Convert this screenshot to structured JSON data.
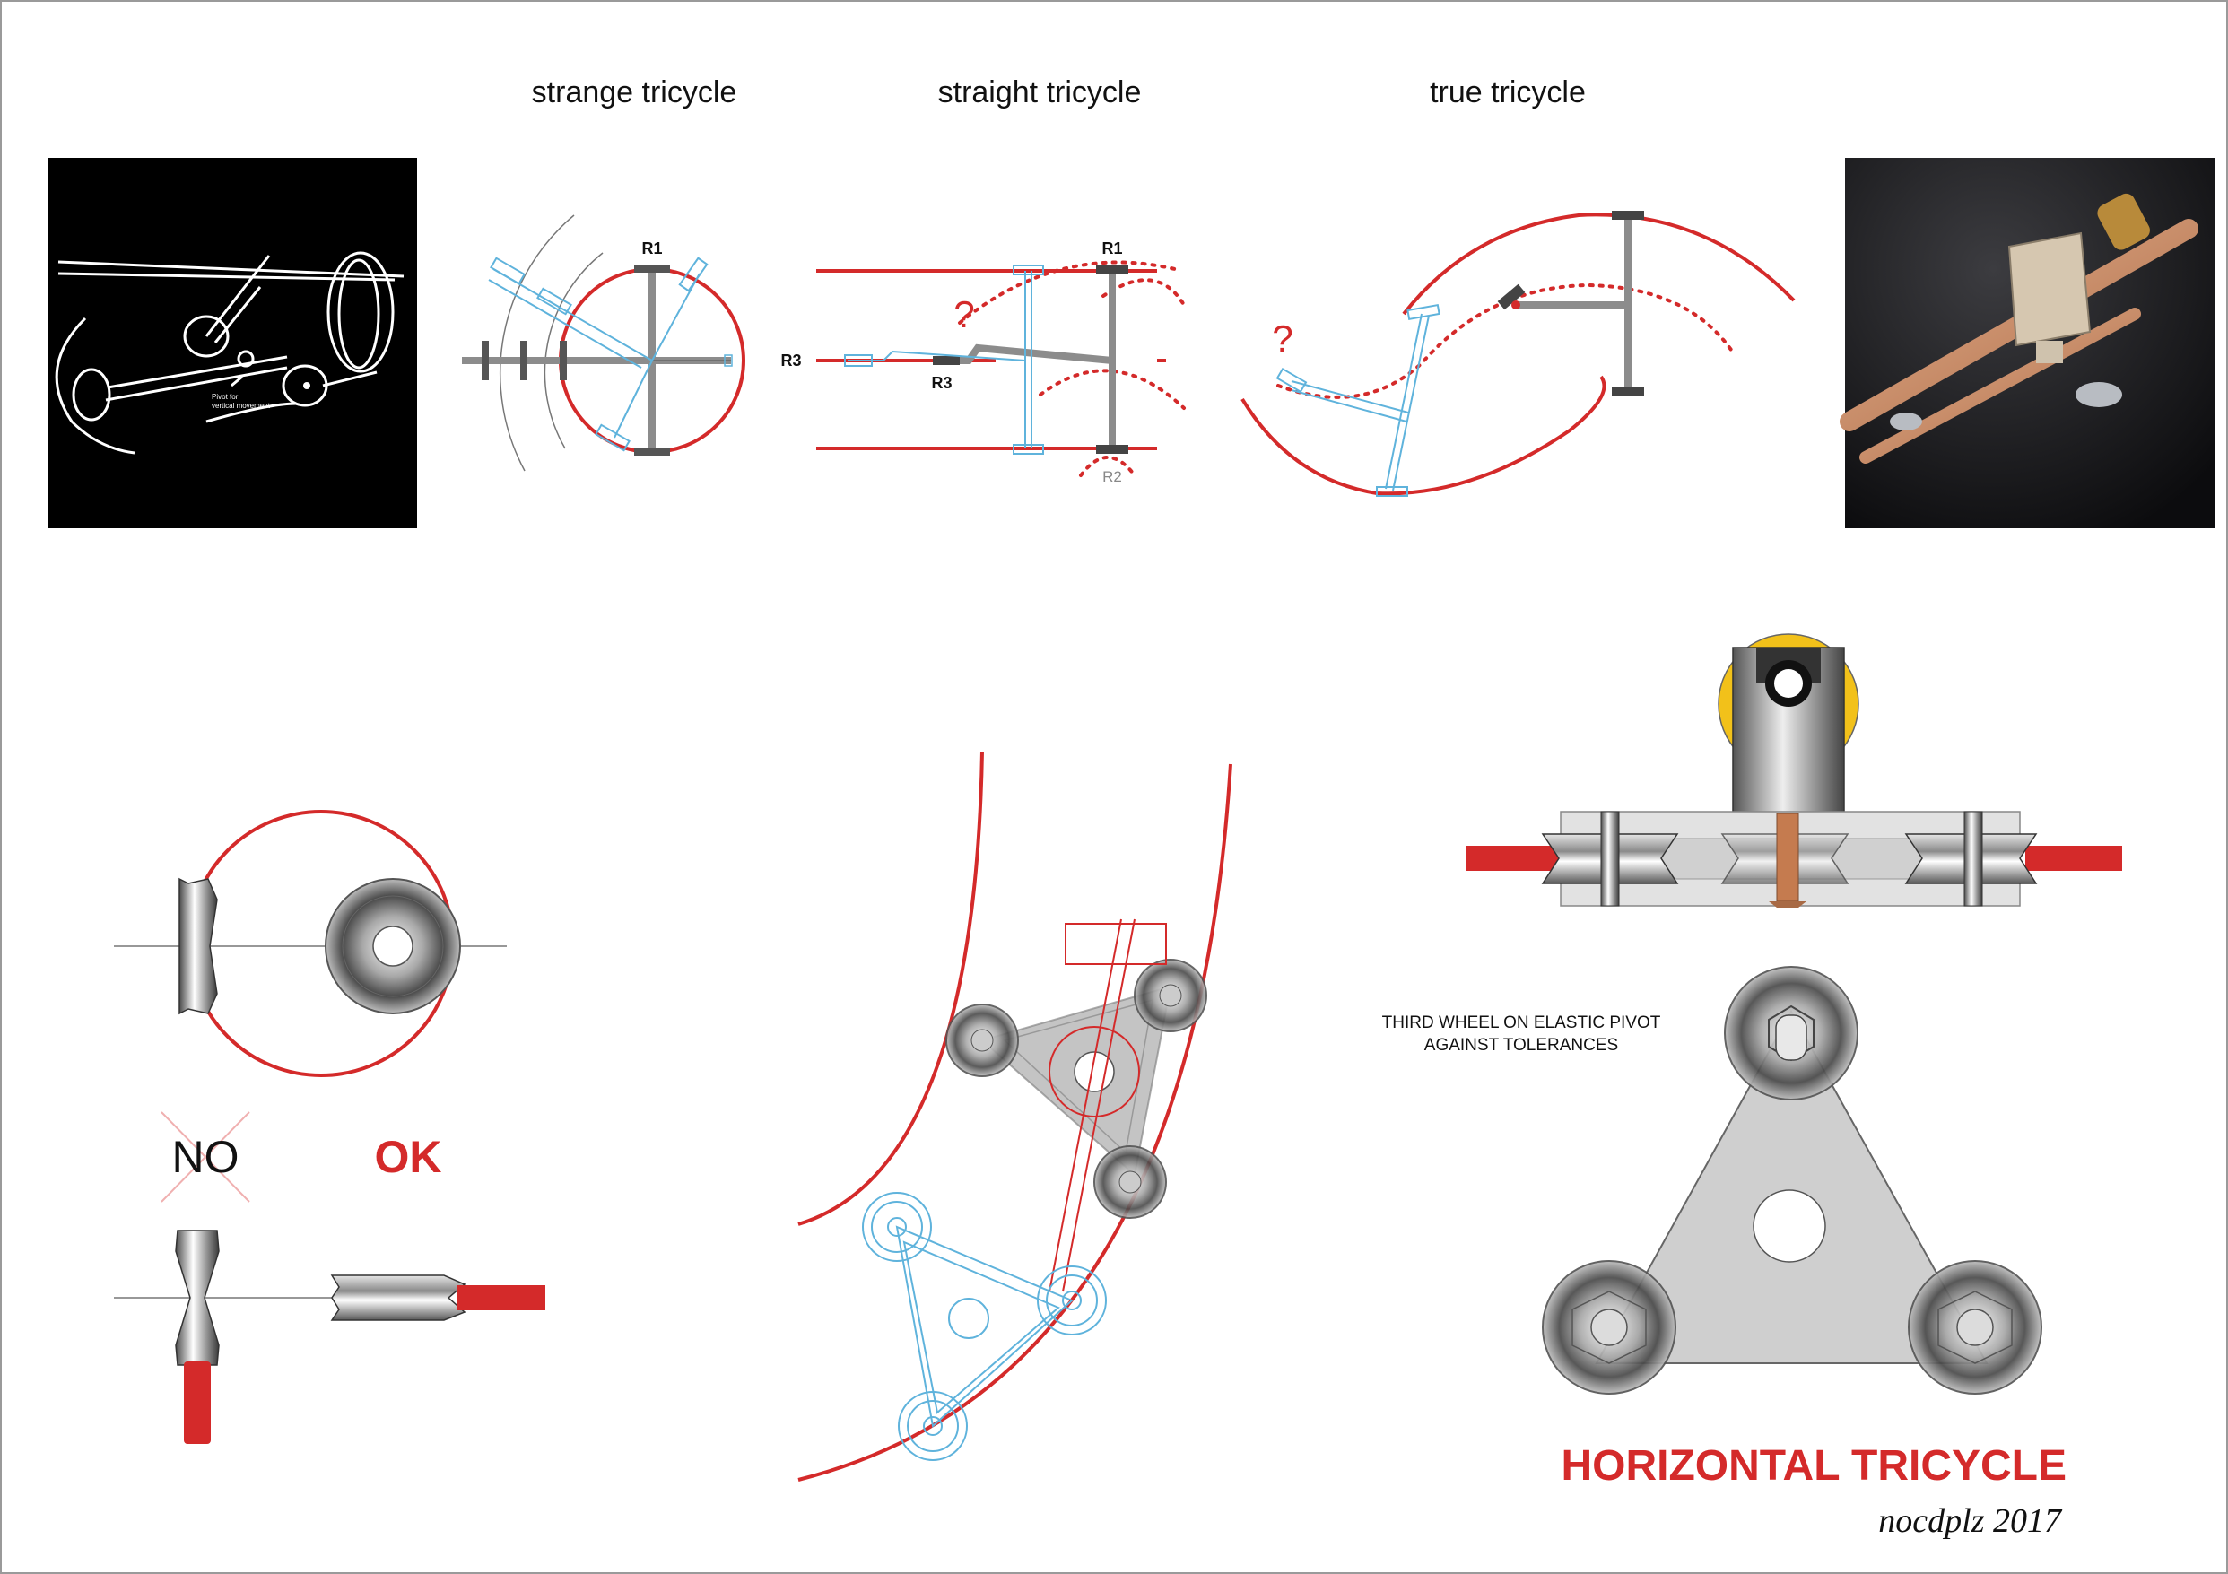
{
  "panels": {
    "strange": "strange tricycle",
    "straight": "straight tricycle",
    "true_tri": "true tricycle"
  },
  "sketch": {
    "pivot_label_1": "Pivot for",
    "pivot_label_2": "vertical movement"
  },
  "labels": {
    "r1": "R1",
    "r2": "R2",
    "r3": "R3",
    "question": "?"
  },
  "compare": {
    "no": "NO",
    "ok": "OK"
  },
  "note": {
    "line1": "THIRD WHEEL ON ELASTIC PIVOT",
    "line2": "AGAINST TOLERANCES"
  },
  "title": "HORIZONTAL TRICYCLE",
  "signature": "nocdplz 2017",
  "colors": {
    "red": "#d42a2a",
    "blue": "#5fb3dc",
    "grey": "#8c8c8c",
    "yellow": "#f2c11a",
    "copper": "#c57b4f"
  }
}
